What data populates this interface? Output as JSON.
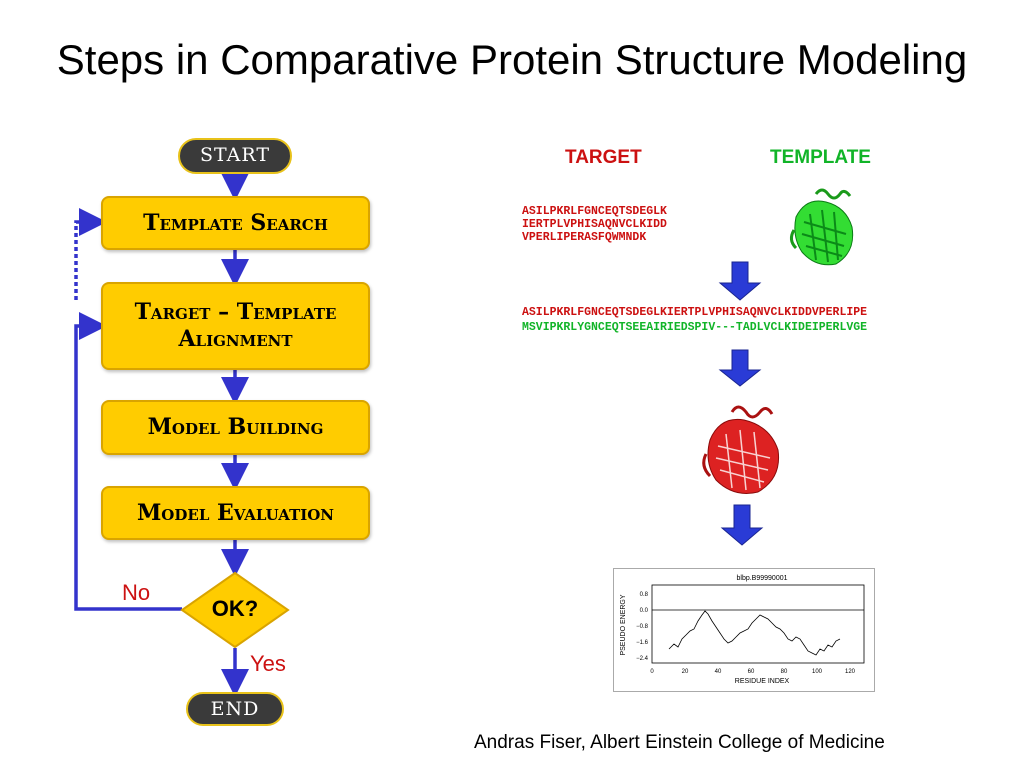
{
  "title": "Steps in Comparative Protein Structure Modeling",
  "flow": {
    "start": "START",
    "steps": [
      "Template Search",
      "Target – Template Alignment",
      "Model Building",
      "Model Evaluation"
    ],
    "decision": "OK?",
    "no": "No",
    "yes": "Yes",
    "end": "END"
  },
  "right": {
    "target_label": "TARGET",
    "template_label": "TEMPLATE",
    "target_seq": [
      "ASILPKRLFGNCEQTSDEGLK",
      "IERTPLVPHISAQNVCLKIDD",
      "VPERLIPERASFQWMNDK"
    ],
    "aligned_target": "ASILPKRLFGNCEQTSDEGLKIERTPLVPHISAQNVCLKIDDVPERLIPE",
    "aligned_template": "MSVIPKRLYGNCEQTSEEAIRIEDSPIV---TADLVCLKIDEIPERLVGE",
    "plot_title": "blbp.B99990001",
    "plot_ylabel": "PSEUDO ENERGY",
    "plot_xlabel": "RESIDUE INDEX",
    "plot_yticks": [
      "0.8",
      "0.0",
      "−0.8",
      "−1.6",
      "−2.4"
    ],
    "plot_xticks": [
      "0",
      "20",
      "40",
      "60",
      "80",
      "100",
      "120"
    ]
  },
  "credit": "Andras Fiser, Albert Einstein College of Medicine",
  "colors": {
    "target": "#cc1111",
    "template": "#11b428",
    "box": "#ffcc00",
    "arrow": "#3333cc"
  }
}
